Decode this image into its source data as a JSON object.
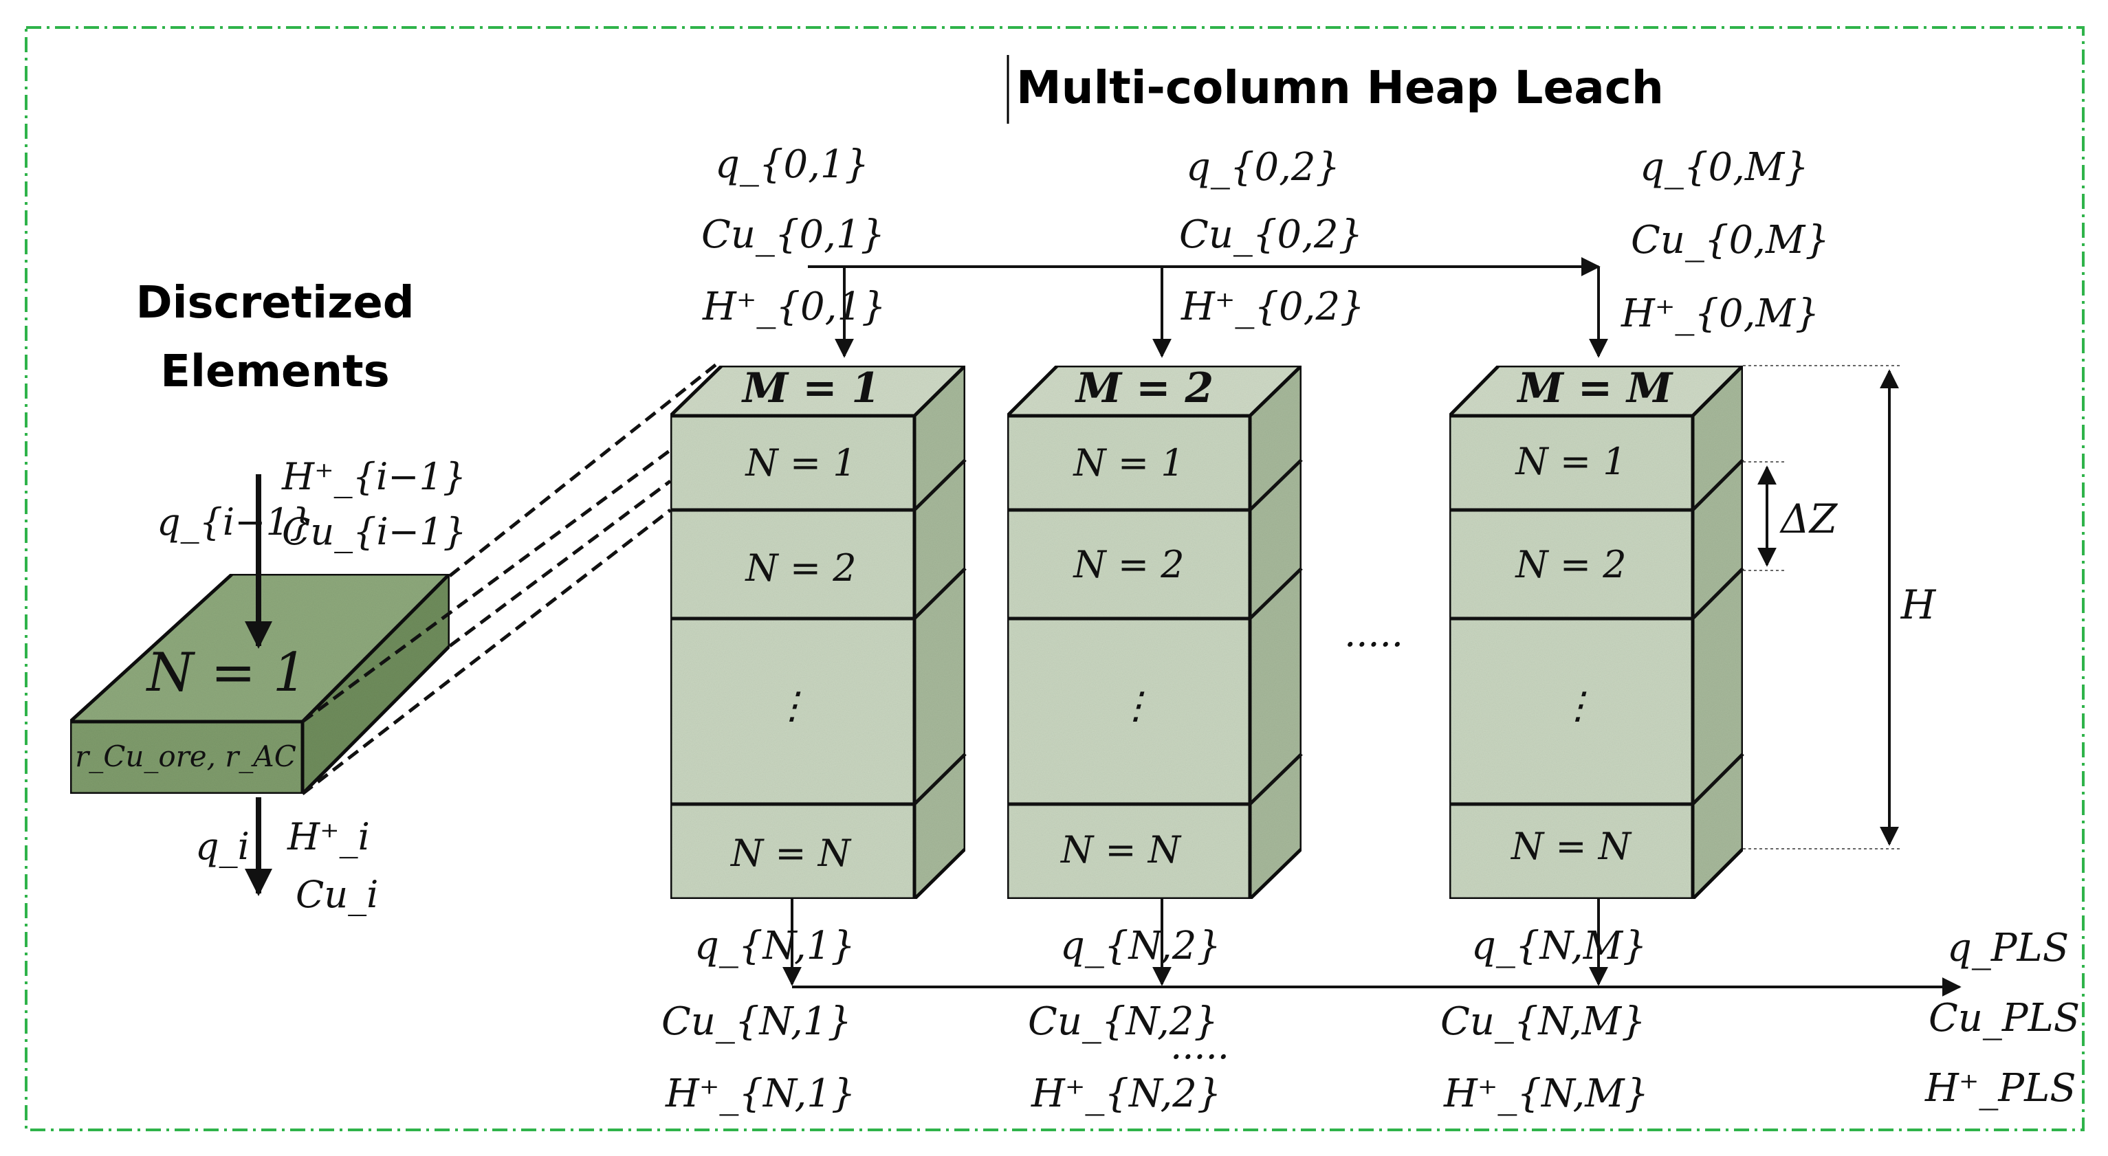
{
  "title": "Multi-column Heap Leach",
  "left_heading": [
    "Discretized",
    "Elements"
  ],
  "element": {
    "label": "N = 1",
    "rates": "r_Cu_ore, r_AC",
    "inflow": [
      "q_{i−1}",
      "H⁺_{i−1}",
      "Cu_{i−1}"
    ],
    "outflow": [
      "q_i",
      "H⁺_i",
      "Cu_i"
    ]
  },
  "columns": [
    {
      "header": "M = 1",
      "cells": [
        "N = 1",
        "N = 2",
        "⋮",
        "N = N"
      ],
      "inputs": [
        "q_{0,1}",
        "Cu_{0,1}",
        "H⁺_{0,1}"
      ],
      "outputs": [
        "q_{N,1}",
        "Cu_{N,1}",
        "H⁺_{N,1}"
      ]
    },
    {
      "header": "M = 2",
      "cells": [
        "N = 1",
        "N = 2",
        "⋮",
        "N = N"
      ],
      "inputs": [
        "q_{0,2}",
        "Cu_{0,2}",
        "H⁺_{0,2}"
      ],
      "outputs": [
        "q_{N,2}",
        "Cu_{N,2}",
        "H⁺_{N,2}"
      ]
    },
    {
      "header": "M = M",
      "cells": [
        "N = 1",
        "N = 2",
        "⋮",
        "N = N"
      ],
      "inputs": [
        "q_{0,M}",
        "Cu_{0,M}",
        "H⁺_{0,M}"
      ],
      "outputs": [
        "q_{N,M}",
        "Cu_{N,M}",
        "H⁺_{N,M}"
      ]
    }
  ],
  "ellipsis": ".....",
  "dimensions": {
    "delta_z": "ΔZ",
    "height": "H"
  },
  "pls_outputs": [
    "q_PLS",
    "Cu_PLS",
    "H⁺_PLS"
  ],
  "colors": {
    "block_face": "#c9d6c0",
    "block_side": "#a7b99b",
    "element_top": "#8ea97c",
    "element_side": "#6f8d5c",
    "border": "#2fb34a"
  }
}
